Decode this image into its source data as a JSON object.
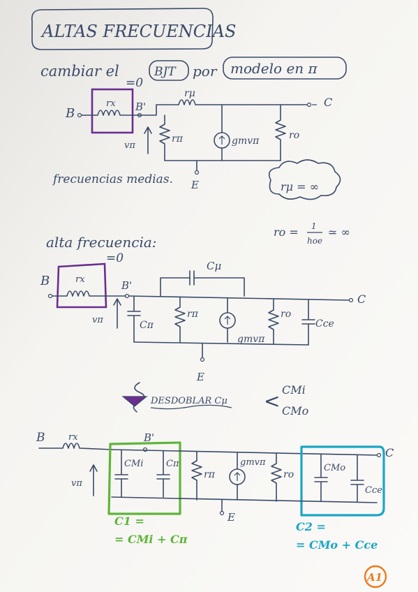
{
  "title": "ALTAS FRECUENCIAS",
  "subtitle": {
    "verb": "cambiar el",
    "from_box": "BJT",
    "connector": "por",
    "to_box": "modelo en π"
  },
  "section1": {
    "box_note": "=0",
    "rx_label": "rx",
    "rmu_label": "rμ",
    "node_B": "B",
    "node_Bprime": "B'",
    "node_C": "C",
    "node_E": "E",
    "rpi_label": "rπ",
    "source_label": "gmvπ",
    "ro_label": "ro",
    "v_label": "vπ",
    "caption": "frecuencias medias.",
    "cloud_note": "rμ = ∞",
    "ro_eq_lhs": "ro =",
    "ro_eq_num": "1",
    "ro_eq_den": "hoe",
    "ro_eq_rhs": "≃ ∞"
  },
  "section2": {
    "heading": "alta frecuencia:",
    "box_note": "=0",
    "rx_label": "rx",
    "cmu_label": "Cμ",
    "node_B": "B",
    "node_Bprime": "B'",
    "node_C": "C",
    "node_E": "E",
    "cpi_label": "Cπ",
    "rpi_label": "rπ",
    "source_label": "gmvπ",
    "ro_label": "ro",
    "cce_label": "Cce",
    "v_label": "vπ"
  },
  "split": {
    "text": "DESDOBLAR Cμ",
    "branch_top": "CMi",
    "branch_bottom": "CMo"
  },
  "section3": {
    "rx_label": "rx",
    "node_B": "B",
    "node_Bprime": "B'",
    "node_C": "C",
    "node_E": "E",
    "cmi_label": "CMi",
    "cpi_label": "Cπ",
    "rpi_label": "rπ",
    "source_label": "gmvπ",
    "ro_label": "ro",
    "cmo_label": "CMo",
    "cce_label": "Cce",
    "v_label": "vπ",
    "c1_line1": "C1 =",
    "c1_line2": "= CMi + Cπ",
    "c2_line1": "C2 =",
    "c2_line2": "= CMo + Cce"
  },
  "page_mark": "A1",
  "colors": {
    "ink": "#3a4a68",
    "purple": "#6b2e8f",
    "green": "#5fb43a",
    "cyan": "#1aa6c4",
    "orange": "#f07a1a",
    "paper": "#f7f6f3"
  }
}
